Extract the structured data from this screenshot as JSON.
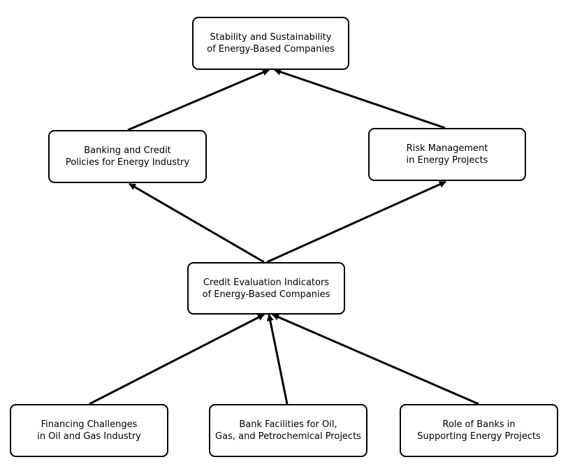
{
  "nodes": {
    "stability": {
      "line1": "Stability and Sustainability",
      "line2": "of Energy-Based Companies"
    },
    "banking": {
      "line1": "Banking and Credit",
      "line2": "Policies for Energy Industry"
    },
    "risk": {
      "line1": "Risk Management",
      "line2": "in Energy Projects"
    },
    "credit": {
      "line1": "Credit Evaluation Indicators",
      "line2": "of Energy-Based Companies"
    },
    "financing": {
      "line1": "Financing Challenges",
      "line2": "in Oil and Gas Industry"
    },
    "facilities": {
      "line1": "Bank Facilities for Oil,",
      "line2": "Gas, and Petrochemical Projects"
    },
    "role": {
      "line1": "Role of Banks in",
      "line2": "Supporting Energy Projects"
    }
  },
  "edges": [
    {
      "from": "banking",
      "to": "stability"
    },
    {
      "from": "risk",
      "to": "stability"
    },
    {
      "from": "credit",
      "to": "banking"
    },
    {
      "from": "credit",
      "to": "risk"
    },
    {
      "from": "financing",
      "to": "credit"
    },
    {
      "from": "facilities",
      "to": "credit"
    },
    {
      "from": "role",
      "to": "credit"
    }
  ],
  "colors": {
    "stroke": "#000000",
    "background": "#ffffff"
  }
}
